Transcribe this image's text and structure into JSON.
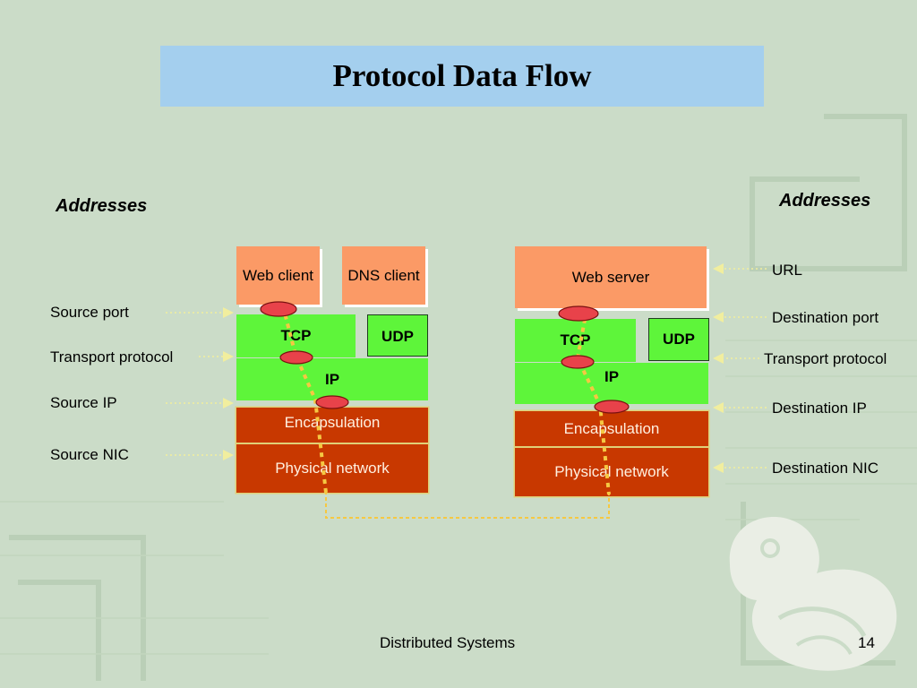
{
  "slide": {
    "title": "Protocol Data Flow",
    "footer_left": "Distributed Systems",
    "page_number": "14",
    "background_color": "#cbdcc8",
    "title_bar_color": "#a4cfee"
  },
  "left": {
    "heading": "Addresses",
    "labels": [
      "Source port",
      "Transport protocol",
      "Source IP",
      "Source NIC"
    ],
    "stack": {
      "app1": "Web client",
      "app2": "DNS client",
      "tcp": "TCP",
      "udp": "UDP",
      "ip": "IP",
      "encapsulation": "Encapsulation",
      "physical": "Physical network"
    }
  },
  "right": {
    "heading": "Addresses",
    "labels": [
      "URL",
      "Destination port",
      "Transport protocol",
      "Destination IP",
      "Destination NIC"
    ],
    "stack": {
      "app": "Web server",
      "tcp": "TCP",
      "udp": "UDP",
      "ip": "IP",
      "encapsulation": "Encapsulation",
      "physical": "Physical network"
    }
  },
  "colors": {
    "application": "#fb9a66",
    "transport_network": "#5ef53a",
    "link_physical": "#c83800",
    "flow_path": "#f5c842",
    "marker": "#e8424a"
  }
}
